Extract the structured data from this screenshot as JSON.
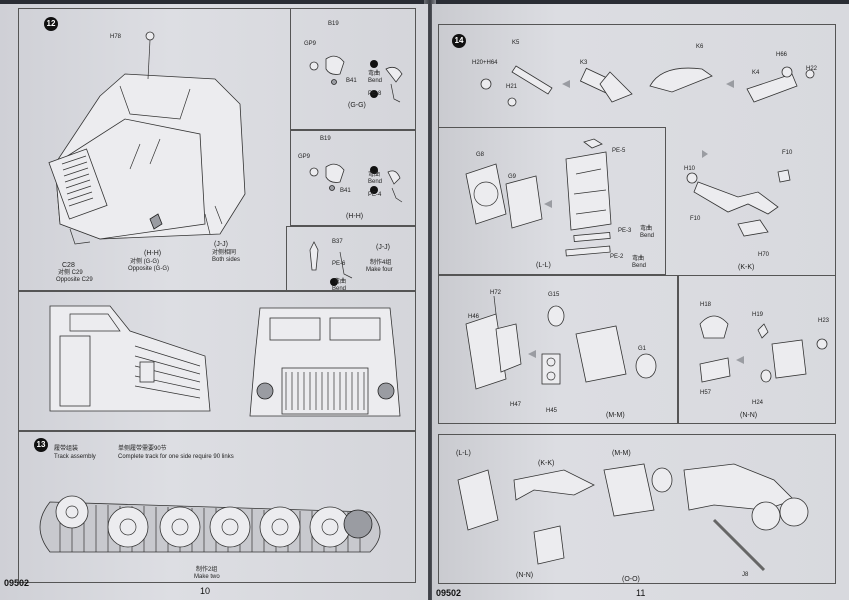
{
  "doc": {
    "code_left": "09502",
    "code_right": "09502",
    "page_left": "10",
    "page_right": "11"
  },
  "step12": {
    "number": "12",
    "parts": {
      "h78": "H78",
      "c28": "C28",
      "c28_cn": "对侧 C29",
      "c28_en": "Opposite C29",
      "hh": "(H-H)",
      "hh_cn": "对侧 (G-G)",
      "hh_en": "Opposite (G-G)",
      "jj": "(J-J)",
      "jj_cn": "对侧相同",
      "jj_en": "Both sides"
    },
    "gg": {
      "b19": "B19",
      "gp9": "GP9",
      "b41": "B41",
      "bend_cn": "弯曲",
      "bend": "Bend",
      "pe8": "PE-8",
      "caption": "(G-G)"
    },
    "hh_box": {
      "b19": "B19",
      "gp9": "GP9",
      "b41": "B41",
      "bend_cn": "弯曲",
      "bend": "Bend",
      "pe4": "PE-4",
      "caption": "(H-H)"
    },
    "jj_box": {
      "b37": "B37",
      "pe6": "PE-6",
      "bend_cn": "弯曲",
      "bend": "Bend",
      "caption": "(J-J)",
      "make_cn": "制作4组",
      "make": "Make four"
    }
  },
  "step13": {
    "number": "13",
    "title_cn": "履带组装",
    "title_en": "Track assembly",
    "note_cn": "单侧履带需要90节",
    "note_en": "Complete track for one side require 90 links",
    "make_cn": "制作2组",
    "make_en": "Make two"
  },
  "step14": {
    "number": "14",
    "top": {
      "k5": "K5",
      "h20": "H20+H64",
      "h21": "H21",
      "k3": "K3",
      "k6": "K6",
      "h66": "H66",
      "k4": "K4",
      "h22": "H22"
    },
    "ll": {
      "g8": "G8",
      "g9": "G9",
      "pe5": "PE-5",
      "pe3": "PE-3",
      "pe2": "PE-2",
      "bend_cn": "弯曲",
      "bend": "Bend",
      "caption": "(L-L)"
    },
    "kk": {
      "h10": "H10",
      "f10a": "F10",
      "f10b": "F10",
      "h70": "H70",
      "caption": "(K-K)"
    },
    "mm": {
      "h72": "H72",
      "g15": "G15",
      "h46": "H46",
      "g1": "G1",
      "h47": "H47",
      "h45": "H45",
      "caption": "(M-M)"
    },
    "nn": {
      "h18": "H18",
      "h19": "H19",
      "h23": "H23",
      "h57": "H57",
      "h24": "H24",
      "caption": "(N-N)"
    },
    "bottom": {
      "ll": "(L-L)",
      "kk": "(K-K)",
      "mm": "(M-M)",
      "nn": "(N-N)",
      "oo": "(O-O)",
      "j8": "J8"
    }
  }
}
